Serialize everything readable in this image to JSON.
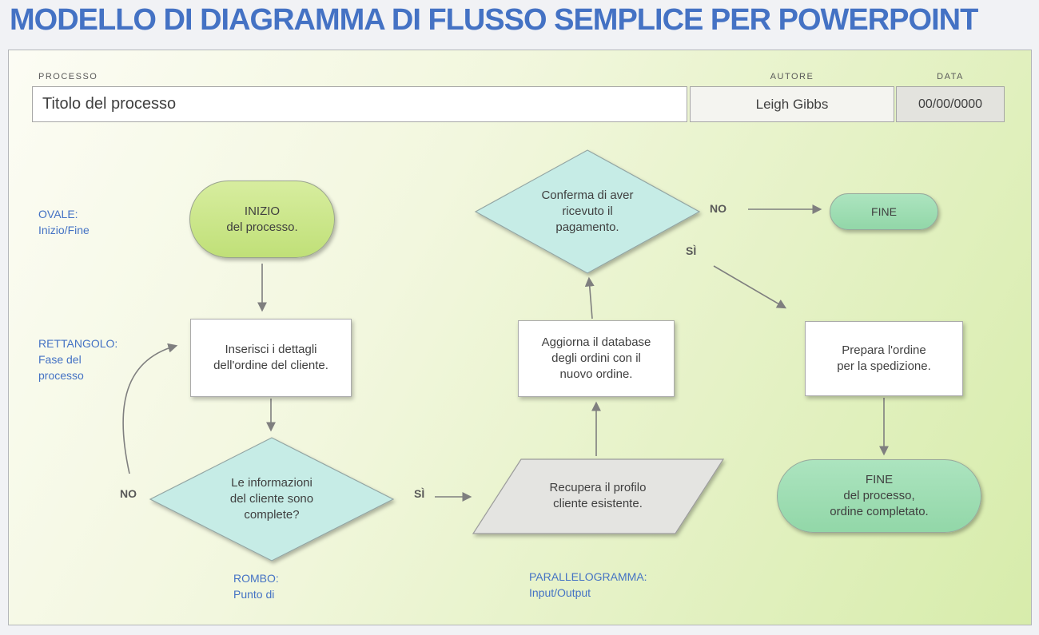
{
  "page_title": "MODELLO DI DIAGRAMMA DI FLUSSO SEMPLICE PER POWERPOINT",
  "colors": {
    "accent-blue": "#4472C4",
    "oval-green": "#c4e27e",
    "diamond-cyan": "#c6ece6",
    "mint": "#96d9ac",
    "parallelogram-gray": "#e4e4e1",
    "arrow-gray": "#7f7f7f"
  },
  "header": {
    "process_label": "PROCESSO",
    "process_title": "Titolo del processo",
    "author_label": "AUTORE",
    "author_value": "Leigh Gibbs",
    "date_label": "DATA",
    "date_value": "00/00/0000"
  },
  "legend": {
    "oval": {
      "lines": [
        "OVALE:",
        "Inizio/Fine"
      ]
    },
    "rectangle": {
      "lines": [
        "RETTANGOLO:",
        "Fase del",
        "processo"
      ]
    },
    "diamond": {
      "lines": [
        "ROMBO:",
        "Punto di"
      ]
    },
    "parallelogram": {
      "lines": [
        "PARALLELOGRAMMA:",
        "Input/Output"
      ]
    }
  },
  "flowchart": {
    "start_oval": {
      "lines": [
        "INIZIO",
        "del processo."
      ]
    },
    "step_enter_details": {
      "lines": [
        "Inserisci i dettagli",
        "dell'ordine del cliente."
      ]
    },
    "decision_info_complete": {
      "lines": [
        "Le informazioni",
        "del cliente sono",
        "complete?"
      ]
    },
    "io_retrieve_profile": {
      "lines": [
        "Recupera il profilo",
        "cliente esistente."
      ]
    },
    "step_update_database": {
      "lines": [
        "Aggiorna il database",
        "degli ordini con il",
        "nuovo ordine."
      ]
    },
    "decision_payment_received": {
      "lines": [
        "Conferma di aver",
        "ricevuto il",
        "pagamento."
      ]
    },
    "end_oval_short": {
      "lines": [
        "FINE"
      ]
    },
    "step_prepare_order": {
      "lines": [
        "Prepara l'ordine",
        "per la spedizione."
      ]
    },
    "end_oval_long": {
      "lines": [
        "FINE",
        "del processo,",
        "ordine completato."
      ]
    },
    "connector_labels": {
      "no1": "NO",
      "si1": "SÌ",
      "no2": "NO",
      "si2": "SÌ"
    }
  }
}
